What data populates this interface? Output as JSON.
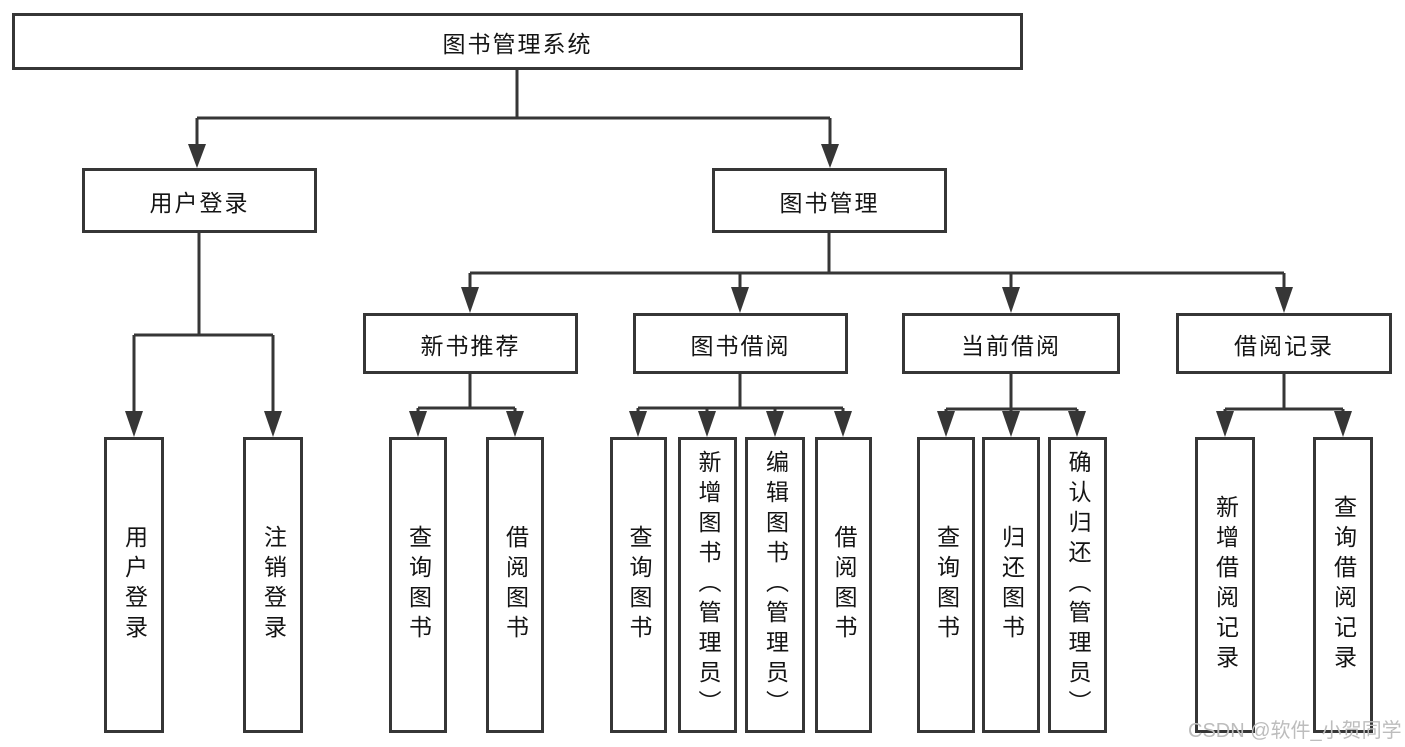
{
  "diagram_type": "hierarchy-tree",
  "tree": {
    "label": "图书管理系统",
    "children": [
      {
        "label": "用户登录",
        "children": [
          {
            "label": "用户登录"
          },
          {
            "label": "注销登录"
          }
        ]
      },
      {
        "label": "图书管理",
        "children": [
          {
            "label": "新书推荐",
            "children": [
              {
                "label": "查询图书"
              },
              {
                "label": "借阅图书"
              }
            ]
          },
          {
            "label": "图书借阅",
            "children": [
              {
                "label": "查询图书"
              },
              {
                "label": "新增图书（管理员）"
              },
              {
                "label": "编辑图书（管理员）"
              },
              {
                "label": "借阅图书"
              }
            ]
          },
          {
            "label": "当前借阅",
            "children": [
              {
                "label": "查询图书"
              },
              {
                "label": "归还图书"
              },
              {
                "label": "确认归还（管理员）"
              }
            ]
          },
          {
            "label": "借阅记录",
            "children": [
              {
                "label": "新增借阅记录"
              },
              {
                "label": "查询借阅记录"
              }
            ]
          }
        ]
      }
    ]
  },
  "watermark": {
    "text": "CSDN @软件_小贺同学"
  },
  "colors": {
    "line": "#363636",
    "box_border": "#363636",
    "box_fill": "#ffffff",
    "text": "#141414",
    "watermark": "#bdbdbd",
    "background": "#ffffff"
  }
}
